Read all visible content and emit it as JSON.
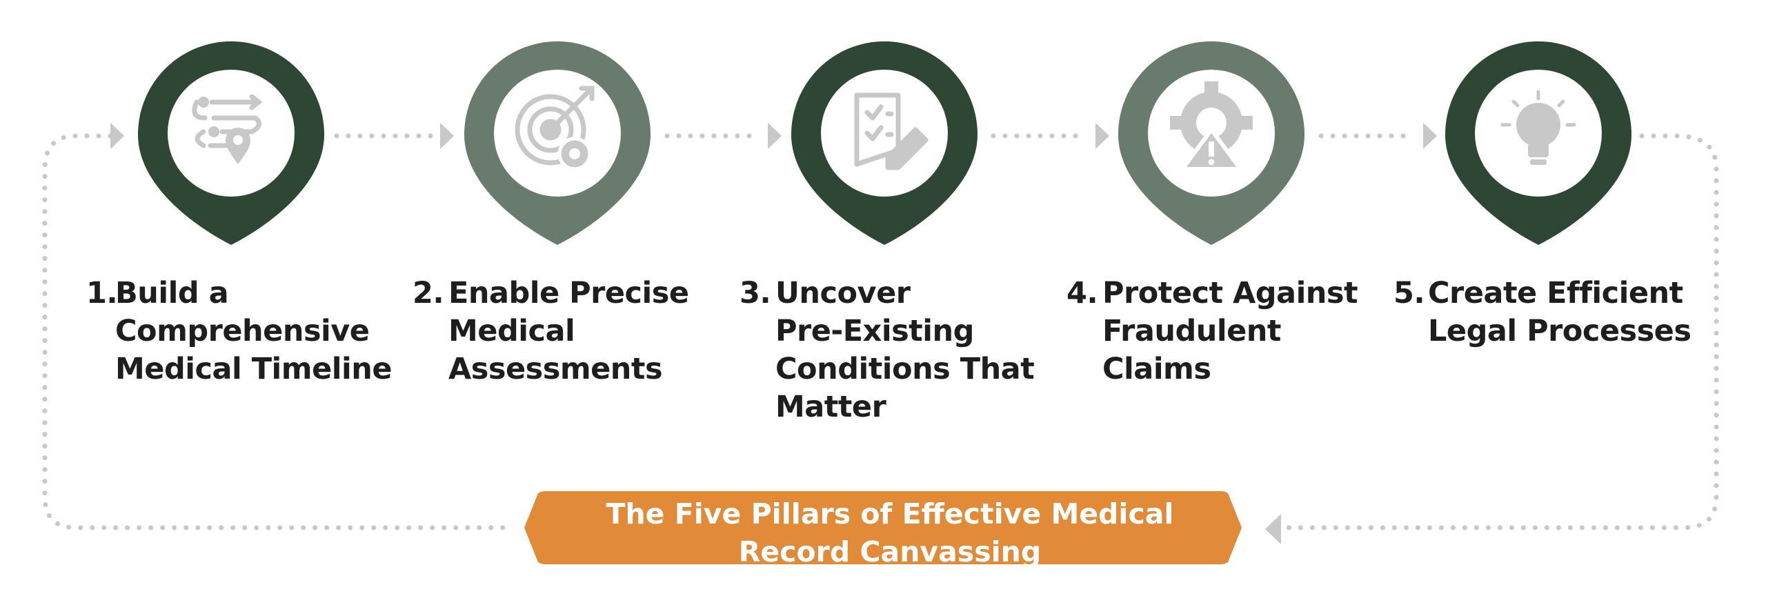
{
  "colors": {
    "dark_green": "#2e4735",
    "light_green": "#697b6d",
    "icon_gray": "#c8c8c8",
    "orange": "#e18a38",
    "dot_gray": "#c8c8c8",
    "text": "#1e1e1e"
  },
  "pillars": [
    {
      "number": "1.",
      "lines": [
        "Build a",
        "Comprehensive",
        "Medical Timeline"
      ],
      "icon": "route-timeline-icon",
      "marker": "dark"
    },
    {
      "number": "2.",
      "lines": [
        "Enable Precise",
        "Medical",
        "Assessments"
      ],
      "icon": "target-gear-icon",
      "marker": "light"
    },
    {
      "number": "3.",
      "lines": [
        "Uncover",
        "Pre-Existing",
        "Conditions That",
        "Matter"
      ],
      "icon": "checklist-pencil-icon",
      "marker": "dark"
    },
    {
      "number": "4.",
      "lines": [
        "Protect Against",
        "Fraudulent",
        "Claims"
      ],
      "icon": "gear-warning-icon",
      "marker": "light"
    },
    {
      "number": "5.",
      "lines": [
        "Create Efficient",
        "Legal Processes"
      ],
      "icon": "lightbulb-icon",
      "marker": "dark"
    }
  ],
  "banner": {
    "lines": [
      "The Five Pillars of Effective Medical",
      "Record Canvassing"
    ]
  }
}
